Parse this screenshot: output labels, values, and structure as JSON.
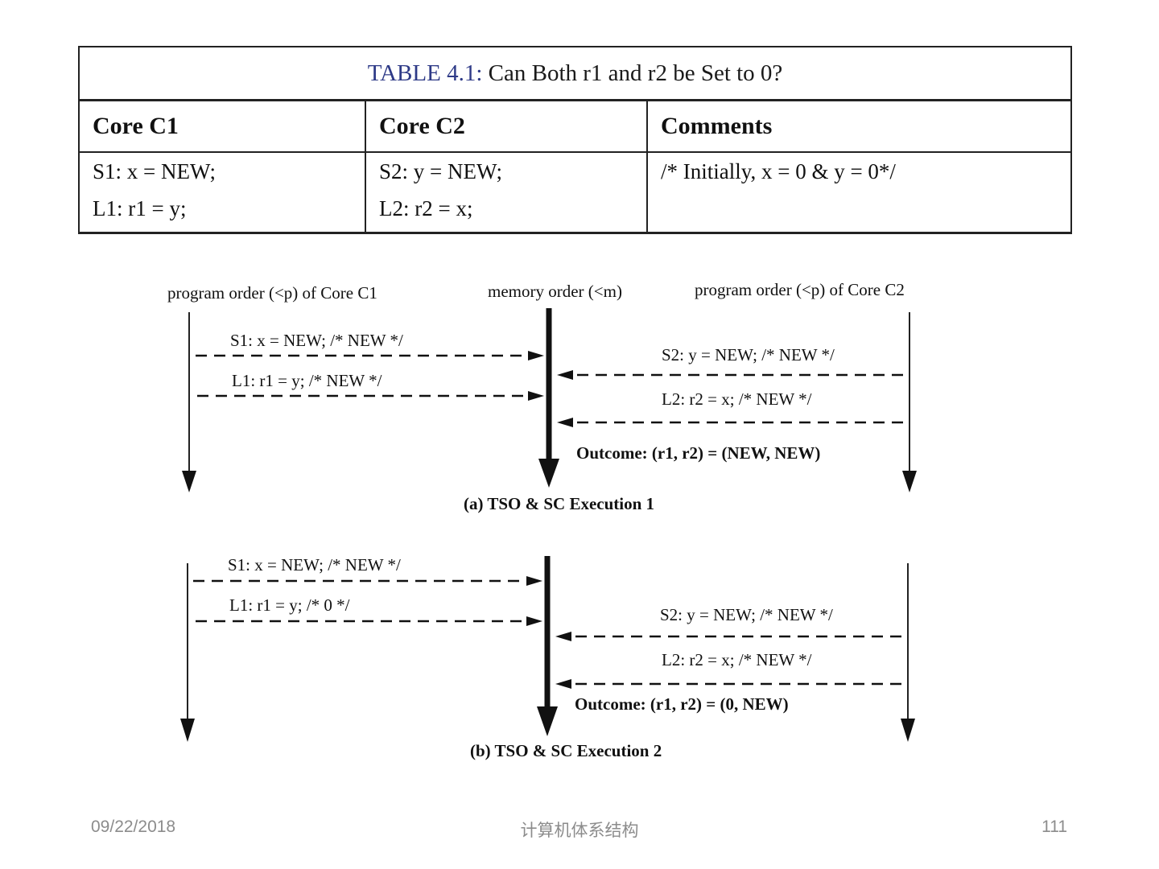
{
  "table": {
    "caption_label": "TABLE 4.1:",
    "caption_text": "Can Both r1 and r2 be Set to 0?",
    "headers": [
      "Core C1",
      "Core C2",
      "Comments"
    ],
    "rows": [
      [
        "S1: x = NEW;",
        "S2: y = NEW;",
        "/* Initially, x = 0 & y = 0*/"
      ],
      [
        "L1: r1 = y;",
        "L2: r2 = x;",
        ""
      ]
    ]
  },
  "diagram": {
    "col_labels": {
      "c1": "program order (<p) of Core C1",
      "mem": "memory order (<m)",
      "c2": "program order (<p) of Core C2"
    },
    "execution_a": {
      "ops": {
        "s1": "S1: x = NEW; /* NEW */",
        "l1": "L1: r1 = y; /* NEW */",
        "s2": "S2: y = NEW; /* NEW */",
        "l2": "L2: r2 = x; /* NEW */"
      },
      "outcome": "Outcome: (r1, r2) = (NEW, NEW)",
      "caption": "(a) TSO & SC Execution 1"
    },
    "execution_b": {
      "ops": {
        "s1": "S1: x = NEW; /* NEW */",
        "l1": "L1: r1 = y; /* 0 */",
        "s2": "S2: y = NEW; /* NEW */",
        "l2": "L2: r2 = x; /* NEW */"
      },
      "outcome": "Outcome: (r1, r2) = (0, NEW)",
      "caption": "(b) TSO & SC Execution 2"
    }
  },
  "footer": {
    "date": "09/22/2018",
    "title": "计算机体系结构",
    "page": "111"
  }
}
